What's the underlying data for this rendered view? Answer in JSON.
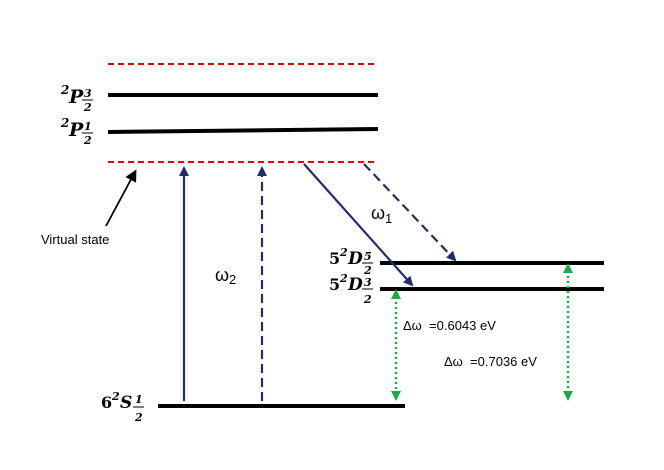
{
  "levels": {
    "p32": {
      "sup": "2",
      "main": "P",
      "num": "3",
      "den": "2"
    },
    "p12": {
      "sup": "2",
      "main": "P",
      "num": "1",
      "den": "2"
    },
    "d52": {
      "pre": "5",
      "sup": "2",
      "main": "D",
      "num": "5",
      "den": "2"
    },
    "d32": {
      "pre": "5",
      "sup": "2",
      "main": "D",
      "num": "3",
      "den": "2"
    },
    "s12": {
      "pre": "6",
      "sup": "2",
      "main": "S",
      "num": "1",
      "den": "2"
    }
  },
  "labels": {
    "virtual_state": "Virtual state",
    "omega2": {
      "sym": "ω",
      "sub": "2"
    },
    "omega1": {
      "sym": "ω",
      "sub": "1"
    },
    "delta1": "Δω  =0.6043 eV",
    "delta2": "Δω  =0.7036 eV"
  },
  "colors": {
    "level": "#000000",
    "virtual": "#e00000",
    "arrow": "#1f2f6b",
    "delta": "#1aaa4a"
  }
}
